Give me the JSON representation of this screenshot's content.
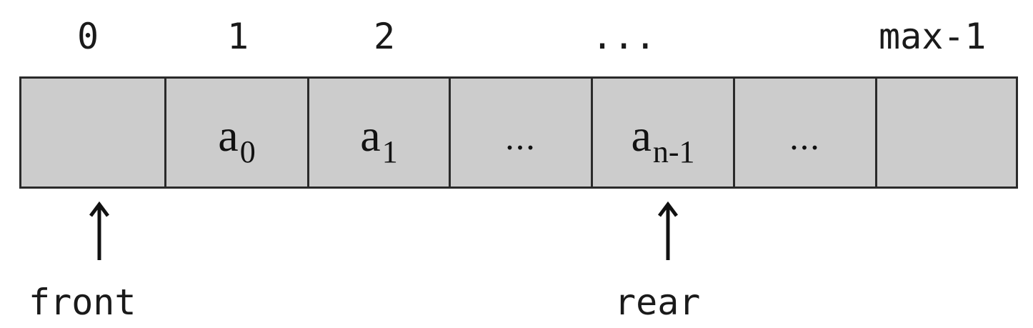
{
  "indices": [
    "0",
    "1",
    "2",
    "...",
    "max-1"
  ],
  "cells": [
    {
      "base": "",
      "sub": ""
    },
    {
      "base": "a",
      "sub": "0"
    },
    {
      "base": "a",
      "sub": "1"
    },
    {
      "base": "...",
      "sub": ""
    },
    {
      "base": "a",
      "sub": "n-1"
    },
    {
      "base": "...",
      "sub": ""
    },
    {
      "base": "",
      "sub": ""
    }
  ],
  "pointers": {
    "front": "front",
    "rear": "rear"
  },
  "colors": {
    "cell_fill": "#cccccc",
    "border": "#2a2a2a",
    "text": "#111111"
  }
}
